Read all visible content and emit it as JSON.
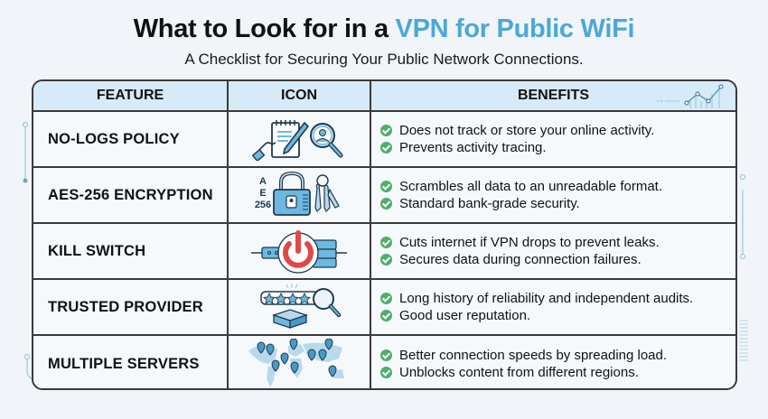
{
  "header": {
    "title_main": "What to Look for in a ",
    "title_accent": "VPN for Public WiFi",
    "subtitle": "A Checklist for Securing Your Public Network Connections."
  },
  "table": {
    "columns": [
      "FEATURE",
      "ICON",
      "BENEFITS"
    ],
    "rows": [
      {
        "feature": "NO-LOGS POLICY",
        "icon": "notepad-search-user-icon",
        "benefits": [
          "Does not track or store your online activity.",
          "Prevents activity tracing."
        ]
      },
      {
        "feature": "AES-256 ENCRYPTION",
        "icon": "padlock-keys-icon",
        "icon_text": [
          "A",
          "E",
          "256"
        ],
        "benefits": [
          "Scrambles all data to an unreadable format.",
          "Standard bank-grade security."
        ]
      },
      {
        "feature": "KILL SWITCH",
        "icon": "power-server-icon",
        "benefits": [
          "Cuts internet if VPN drops to prevent leaks.",
          "Secures data during connection failures."
        ]
      },
      {
        "feature": "TRUSTED PROVIDER",
        "icon": "star-rating-search-icon",
        "benefits": [
          "Long history of reliability and independent audits.",
          "Good user reputation."
        ]
      },
      {
        "feature": "MULTIPLE SERVERS",
        "icon": "world-map-pins-icon",
        "benefits": [
          "Better connection speeds by spreading load.",
          "Unblocks content from different regions."
        ]
      }
    ]
  },
  "colors": {
    "accent": "#4ba8d8",
    "header_bg": "#d6eaf7",
    "check": "#4caf6a",
    "icon_blue": "#6cb8e0",
    "power_red": "#e04848",
    "border": "#3a3a3a"
  }
}
